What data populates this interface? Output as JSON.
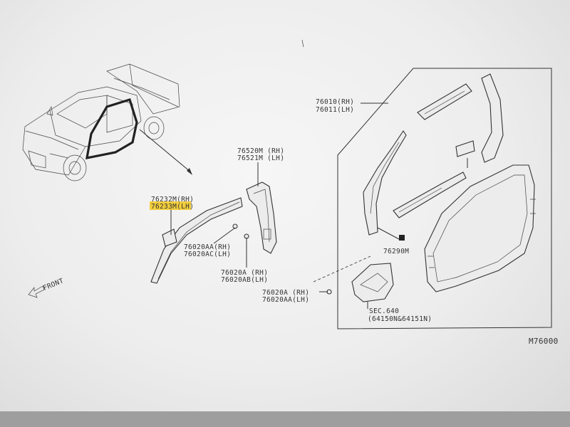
{
  "labels": {
    "p76232": "76232M(RH)",
    "p76233": "76233M(LH)",
    "p76520": "76520M (RH)",
    "p76521": "76521M (LH)",
    "p76020aa": "76020AA(RH)",
    "p76020ac": "76020AC(LH)",
    "p76020a_1": "76020A (RH)",
    "p76020ab": "76020AB(LH)",
    "p76020a_2": "76020A (RH)",
    "p76020aa_2": "76020AA(LH)",
    "p76010": "76010(RH)",
    "p76011": "76011(LH)",
    "p76290": "76290M",
    "sec": "SEC.640",
    "sec_parts": "(64150N&64151N)",
    "front": "FRONT",
    "diagram_id": "M76000"
  },
  "colors": {
    "highlight": "#f2c200",
    "ink": "#333333",
    "paper": "#eeeeee"
  }
}
